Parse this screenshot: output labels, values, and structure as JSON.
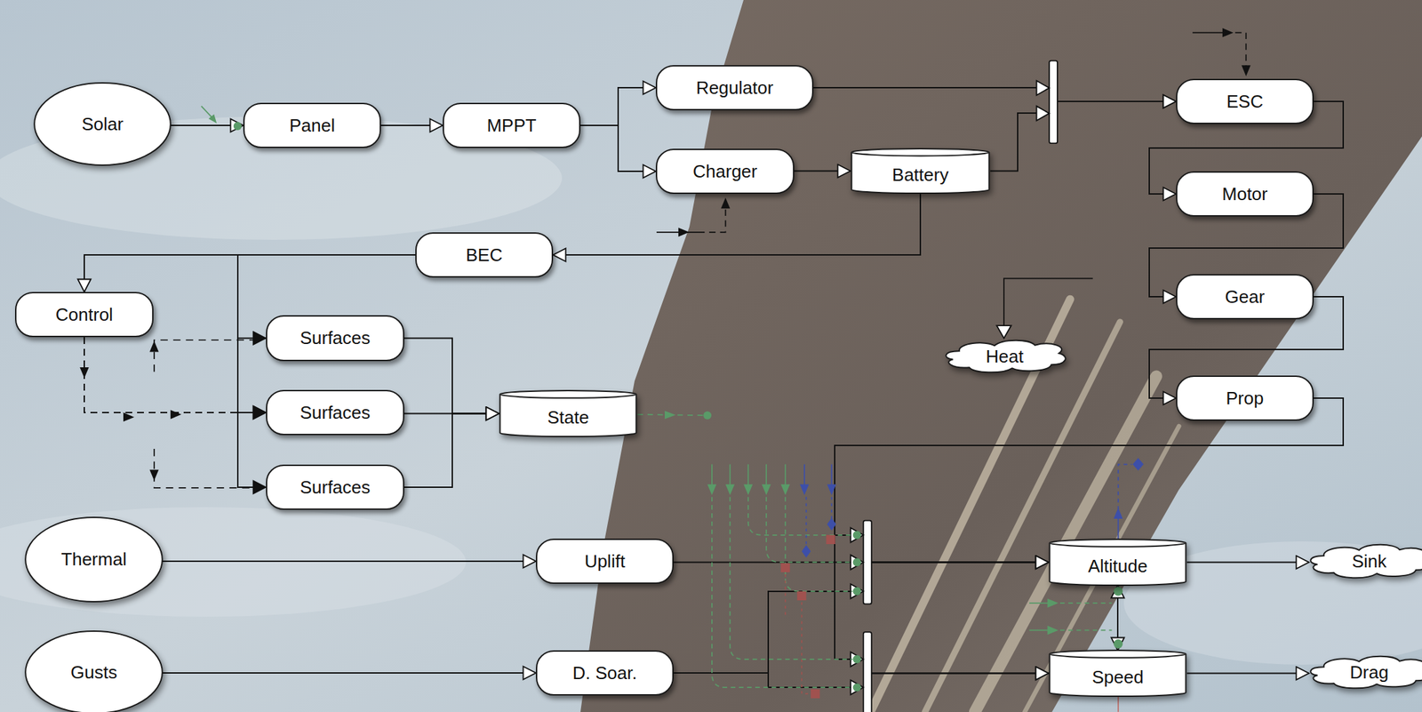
{
  "diagram": {
    "nodes": [
      {
        "text": [
          "Solar"
        ]
      },
      {
        "text": [
          "Panel"
        ]
      },
      {
        "text": [
          "MPPT"
        ]
      },
      {
        "text": [
          "Regulator"
        ]
      },
      {
        "text": [
          "Charger"
        ]
      },
      {
        "text": [
          "Battery"
        ]
      },
      {
        "text": [
          "ESC"
        ]
      },
      {
        "text": [
          "Motor"
        ]
      },
      {
        "text": [
          "BEC"
        ]
      },
      {
        "text": [
          "Control"
        ]
      },
      {
        "text": [
          "Surfaces"
        ]
      },
      {
        "text": [
          "Gear"
        ]
      },
      {
        "text": [
          "Heat"
        ]
      },
      {
        "text": [
          "Surfaces"
        ]
      },
      {
        "text": [
          "State"
        ]
      },
      {
        "text": [
          "Prop"
        ]
      },
      {
        "text": [
          "Surfaces"
        ]
      },
      {
        "text": [
          "Thermal"
        ]
      },
      {
        "text": [
          "Uplift"
        ]
      },
      {
        "text": [
          "Altitude"
        ]
      },
      {
        "text": [
          "Sink"
        ]
      },
      {
        "text": [
          "Gusts"
        ]
      },
      {
        "text": [
          "D. Soar."
        ]
      },
      {
        "text": [
          "Speed"
        ]
      },
      {
        "text": [
          "Drag"
        ]
      }
    ],
    "edges": [
      {
        "from": 0,
        "to": 1,
        "arrow": "to"
      },
      {
        "from": 1,
        "to": 2,
        "arrow": "to"
      },
      {
        "from": 2,
        "to": 3,
        "arrow": "to"
      },
      {
        "from": 2,
        "to": 4,
        "arrow": "to"
      },
      {
        "from": 4,
        "to": 5,
        "arrow": "to"
      },
      {
        "from": 3,
        "to": 6,
        "arrow": "to"
      },
      {
        "from": 5,
        "to": 6,
        "arrow": "to"
      },
      {
        "from": 6,
        "to": 7,
        "arrow": "to"
      },
      {
        "from": 7,
        "to": 11,
        "arrow": "to"
      },
      {
        "from": 11,
        "to": 15,
        "arrow": "to"
      },
      {
        "from": 5,
        "to": 8,
        "arrow": "to"
      },
      {
        "from": 8,
        "to": 9,
        "arrow": "to"
      },
      {
        "from": 8,
        "to": 10,
        "arrow": "to"
      },
      {
        "from": 8,
        "to": 13,
        "arrow": "to"
      },
      {
        "from": 8,
        "to": 16,
        "arrow": "to"
      },
      {
        "from": 9,
        "to": 13,
        "arrow": "to"
      },
      {
        "from": 10,
        "to": 14,
        "arrow": "to"
      },
      {
        "from": 13,
        "to": 14,
        "arrow": "to"
      },
      {
        "from": 16,
        "to": 14,
        "arrow": "to"
      },
      {
        "from": 15,
        "to": 19,
        "arrow": "to"
      },
      {
        "from": 15,
        "to": 23,
        "arrow": "to"
      },
      {
        "from": 17,
        "to": 18,
        "arrow": "to"
      },
      {
        "from": 18,
        "to": 19,
        "arrow": "to"
      },
      {
        "from": 22,
        "to": 19,
        "arrow": "to"
      },
      {
        "from": 19,
        "to": 20,
        "arrow": "to"
      },
      {
        "from": 21,
        "to": 22,
        "arrow": "to"
      },
      {
        "from": 22,
        "to": 23,
        "arrow": "to"
      },
      {
        "from": 23,
        "to": 24,
        "arrow": "to"
      },
      {
        "from": 19,
        "to": 23,
        "arrow": "both"
      }
    ]
  }
}
